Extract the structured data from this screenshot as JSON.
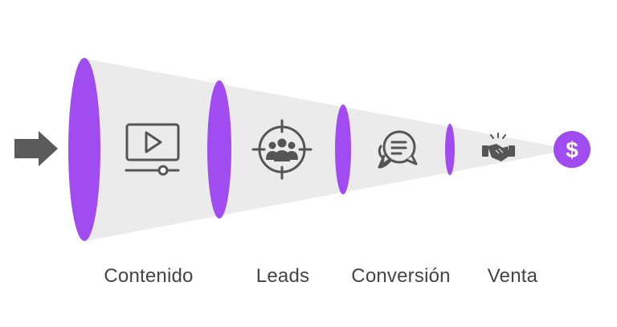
{
  "stages": [
    {
      "label": "Contenido",
      "icon": "video-player-icon"
    },
    {
      "label": "Leads",
      "icon": "target-audience-icon"
    },
    {
      "label": "Conversión",
      "icon": "chat-bubbles-icon"
    },
    {
      "label": "Venta",
      "icon": "handshake-icon"
    }
  ],
  "end_icon": "dollar-icon",
  "end_symbol": "$",
  "start_icon": "arrow-right-icon",
  "colors": {
    "accent": "#A04CF0",
    "funnel": "#EBEBEB",
    "icon": "#555555",
    "arrow": "#5A5A5A",
    "text": "#444444"
  }
}
